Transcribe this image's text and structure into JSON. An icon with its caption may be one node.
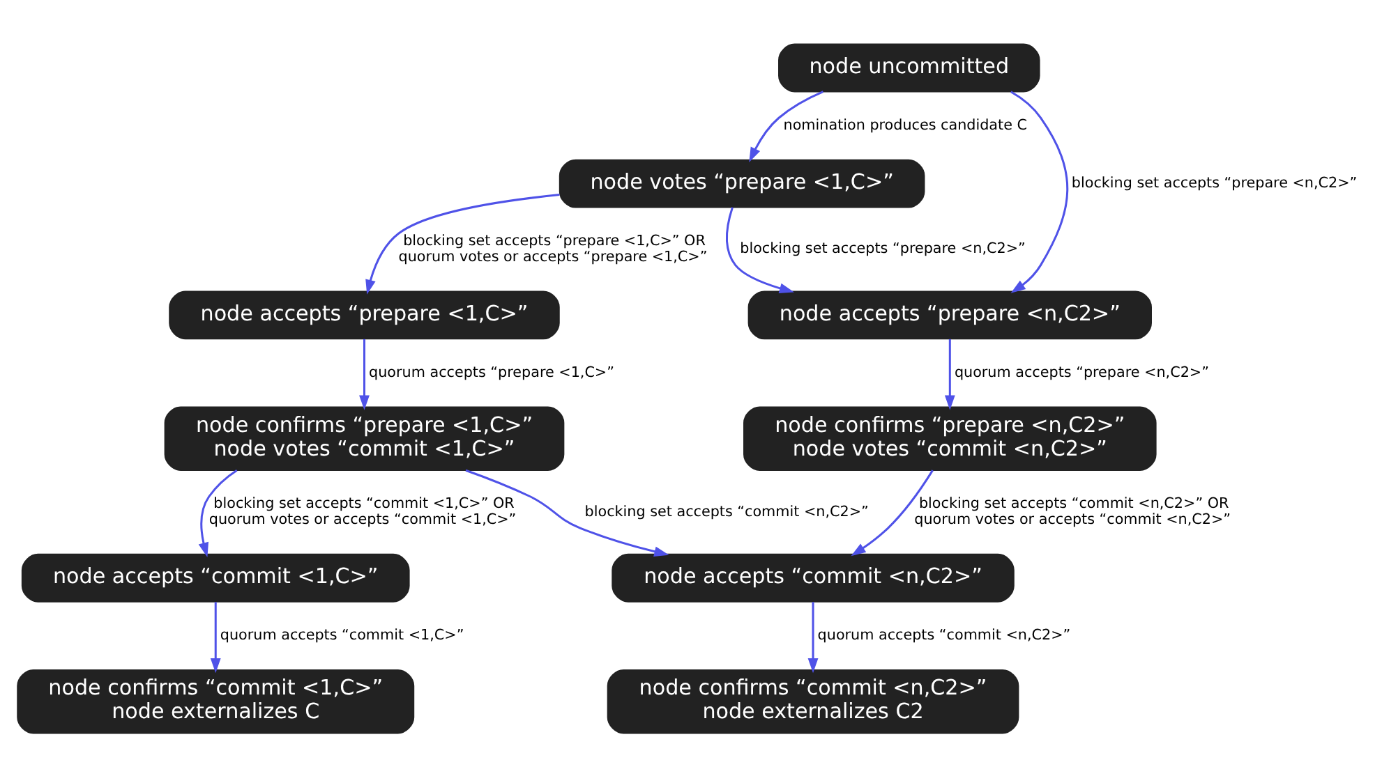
{
  "diagram": {
    "nodes": [
      {
        "text": [
          "node uncommitted"
        ]
      },
      {
        "text": [
          "node votes “prepare <1,C>”"
        ]
      },
      {
        "text": [
          "node accepts “prepare <1,C>”"
        ]
      },
      {
        "text": [
          "node accepts “prepare <n,C2>”"
        ]
      },
      {
        "text": [
          "node confirms “prepare <1,C>”",
          "node votes “commit <1,C>”"
        ]
      },
      {
        "text": [
          "node confirms “prepare <n,C2>”",
          "node votes “commit <n,C2>”"
        ]
      },
      {
        "text": [
          "node accepts “commit <1,C>”"
        ]
      },
      {
        "text": [
          "node accepts “commit <n,C2>”"
        ]
      },
      {
        "text": [
          "node confirms “commit <1,C>”",
          "node externalizes C"
        ]
      },
      {
        "text": [
          "node confirms “commit <n,C2>”",
          "node externalizes C2"
        ]
      }
    ],
    "edges": [
      {
        "from": 0,
        "to": 1,
        "arrow": "to",
        "label": "nomination produces candidate C"
      },
      {
        "from": 0,
        "to": 3,
        "arrow": "to",
        "label": "blocking set accepts “prepare <n,C2>”"
      },
      {
        "from": 1,
        "to": 2,
        "arrow": "to",
        "label": "blocking set accepts “prepare <1,C>” OR quorum votes or accepts “prepare <1,C>”"
      },
      {
        "from": 1,
        "to": 3,
        "arrow": "to",
        "label": "blocking set accepts “prepare <n,C2>”"
      },
      {
        "from": 2,
        "to": 4,
        "arrow": "to",
        "label": "quorum accepts “prepare <1,C>”"
      },
      {
        "from": 3,
        "to": 5,
        "arrow": "to",
        "label": "quorum accepts “prepare <n,C2>”"
      },
      {
        "from": 4,
        "to": 6,
        "arrow": "to",
        "label": "blocking set accepts “commit <1,C>” OR quorum votes or accepts “commit <1,C>”"
      },
      {
        "from": 4,
        "to": 7,
        "arrow": "to",
        "label": "blocking set accepts “commit <n,C2>”"
      },
      {
        "from": 5,
        "to": 7,
        "arrow": "to",
        "label": "blocking set accepts “commit <n,C2>” OR quorum votes or accepts “commit <n,C2>”"
      },
      {
        "from": 6,
        "to": 8,
        "arrow": "to",
        "label": "quorum accepts “commit <1,C>”"
      },
      {
        "from": 7,
        "to": 9,
        "arrow": "to",
        "label": "quorum accepts “commit <n,C2>”"
      }
    ]
  }
}
